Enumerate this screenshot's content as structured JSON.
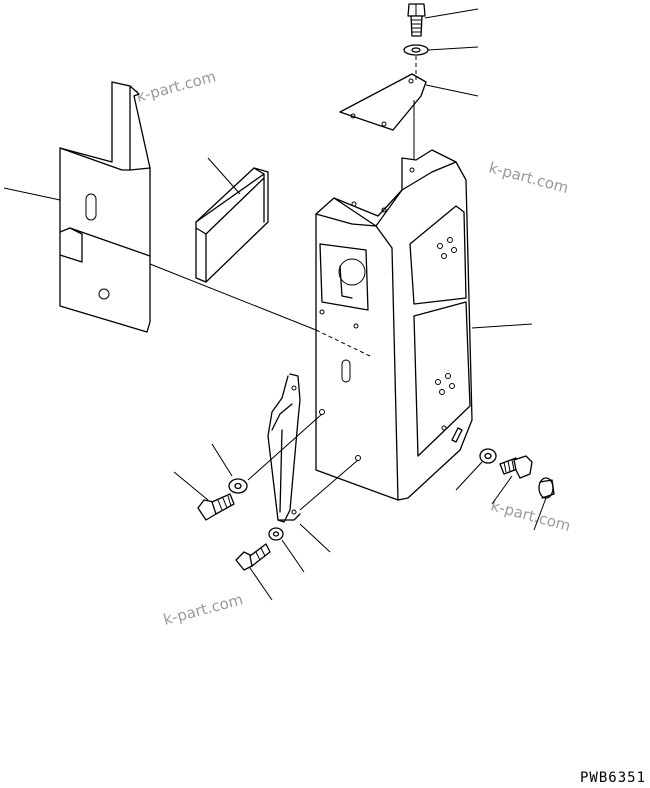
{
  "drawing": {
    "code": "PWB6351",
    "watermarks": [
      "k-part.com",
      "k-part.com",
      "k-part.com",
      "k-part.com"
    ]
  }
}
